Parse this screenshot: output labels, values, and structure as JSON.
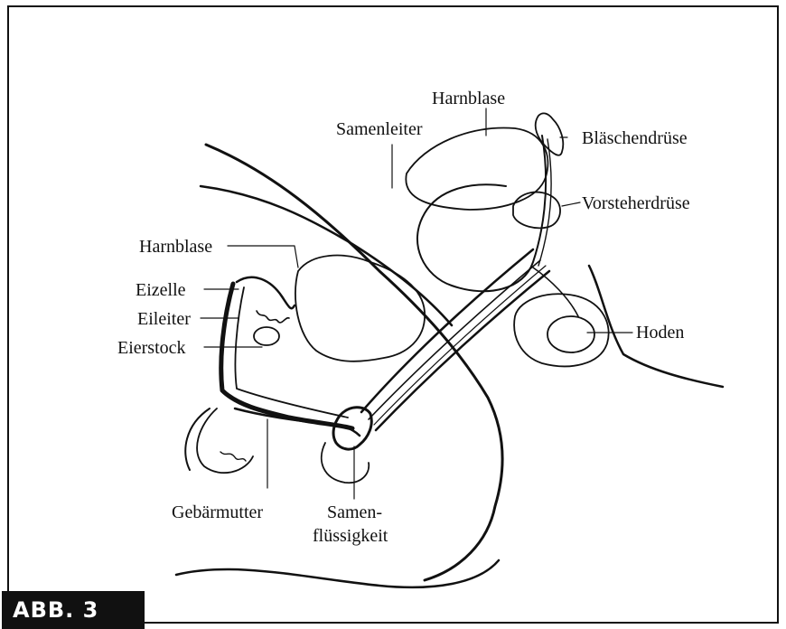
{
  "figure": {
    "tag": "ABB. 3"
  },
  "labels": {
    "harnblase_male": "Harnblase",
    "samenleiter": "Samenleiter",
    "blaeschendruese": "Bläschendrüse",
    "vorsteherdruese": "Vorsteherdrüse",
    "hoden": "Hoden",
    "harnblase_female": "Harnblase",
    "eizelle": "Eizelle",
    "eileiter": "Eileiter",
    "eierstock": "Eierstock",
    "gebaermutter": "Gebärmutter",
    "samen_line1": "Samen-",
    "samen_line2": "flüssigkeit"
  },
  "colors": {
    "ink": "#111111",
    "background": "#ffffff"
  }
}
